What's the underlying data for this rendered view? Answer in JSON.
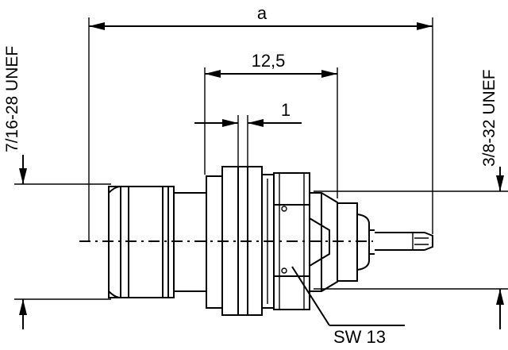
{
  "dimensions": {
    "overall_length": "a",
    "body_length": "12,5",
    "flange_thickness": "1",
    "front_thread": "7/16-28 UNEF",
    "rear_thread": "3/8-32 UNEF",
    "wrench_size": "SW 13"
  }
}
